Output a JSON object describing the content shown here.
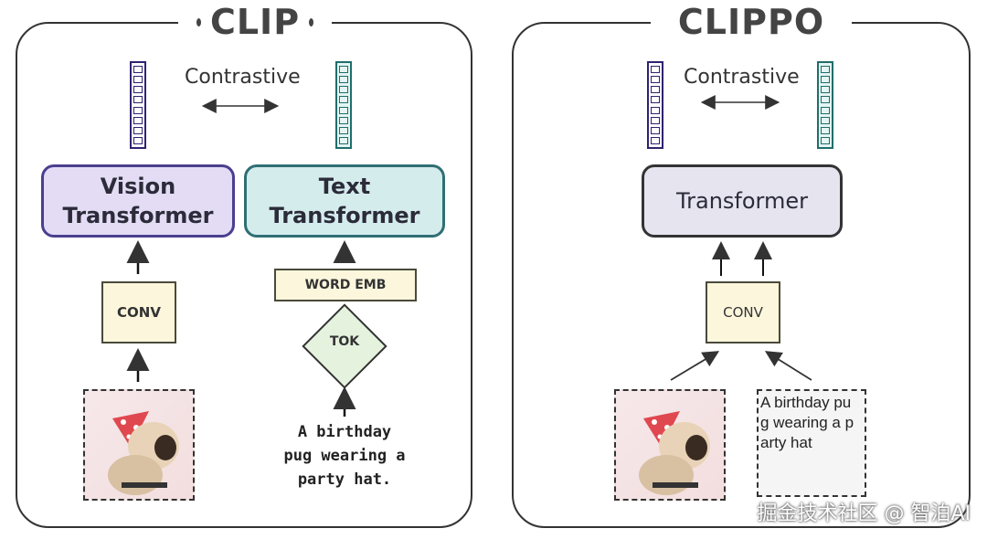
{
  "clip": {
    "title": "CLIP",
    "contrastive_label": "Contrastive",
    "vision_transformer": "Vision\nTransformer",
    "text_transformer": "Text\nTransformer",
    "conv_label": "CONV",
    "word_emb_label": "WORD EMB",
    "tok_label": "TOK",
    "caption": "A birthday\npug wearing a\nparty hat."
  },
  "clippo": {
    "title": "CLIPPO",
    "contrastive_label": "Contrastive",
    "transformer_label": "Transformer",
    "conv_label": "CONV",
    "rendered_text": "A birthday pu\ng wearing a p\narty hat"
  },
  "watermark": "掘金技术社区 @ 智泊AI",
  "colors": {
    "vision_border": "#4a3f8f",
    "vision_fill": "#e3dcf4",
    "text_border": "#2f6f74",
    "text_fill": "#d5ecec",
    "vision_vector": "#2e2270",
    "text_vector": "#1f6e6a",
    "conv_fill": "#fbf6dc",
    "tok_fill": "#e4f2de",
    "transformer_fill": "#e6e4ef"
  }
}
